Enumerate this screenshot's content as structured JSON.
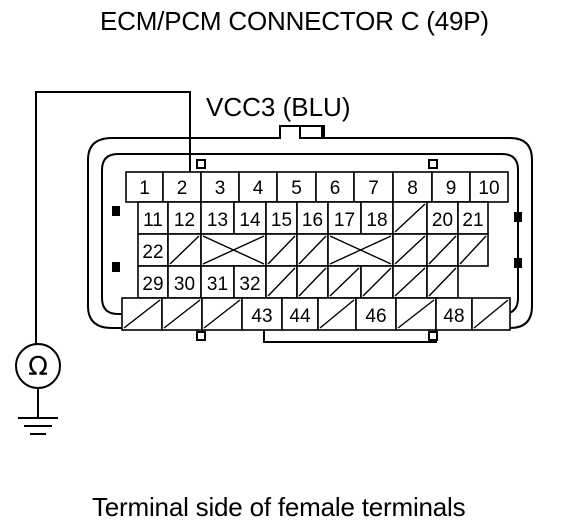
{
  "diagram": {
    "title": "ECM/PCM CONNECTOR C (49P)",
    "pin_label": "VCC3 (BLU)",
    "caption": "Terminal side of female terminals",
    "meter_symbol": "Ω",
    "connector": {
      "row1": [
        "1",
        "2",
        "3",
        "4",
        "5",
        "6",
        "7",
        "8",
        "9",
        "10"
      ],
      "row2": [
        "11",
        "12",
        "13",
        "14",
        "15",
        "16",
        "17",
        "18",
        "",
        "20",
        "21"
      ],
      "row3": [
        "22",
        "",
        "",
        "",
        "",
        "",
        "",
        "",
        ""
      ],
      "row4": [
        "29",
        "30",
        "31",
        "32",
        "",
        "",
        "",
        "",
        "",
        ""
      ],
      "row5": [
        "",
        "",
        "",
        "43",
        "44",
        "",
        "46",
        "",
        "48",
        ""
      ],
      "probed_terminal": "2"
    }
  }
}
